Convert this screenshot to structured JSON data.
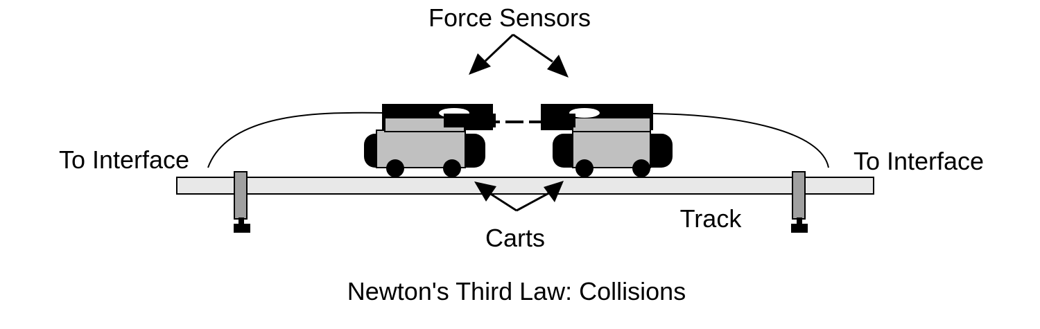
{
  "labels": {
    "force_sensors": "Force Sensors",
    "to_interface_left": "To Interface",
    "to_interface_right": "To Interface",
    "carts": "Carts",
    "track": "Track",
    "caption": "Newton's Third Law: Collisions"
  },
  "colors": {
    "background": "#ffffff",
    "ink": "#000000",
    "cart_body": "#c0c0c0",
    "track": "#e8e8e8",
    "bracket": "#a0a0a0"
  }
}
